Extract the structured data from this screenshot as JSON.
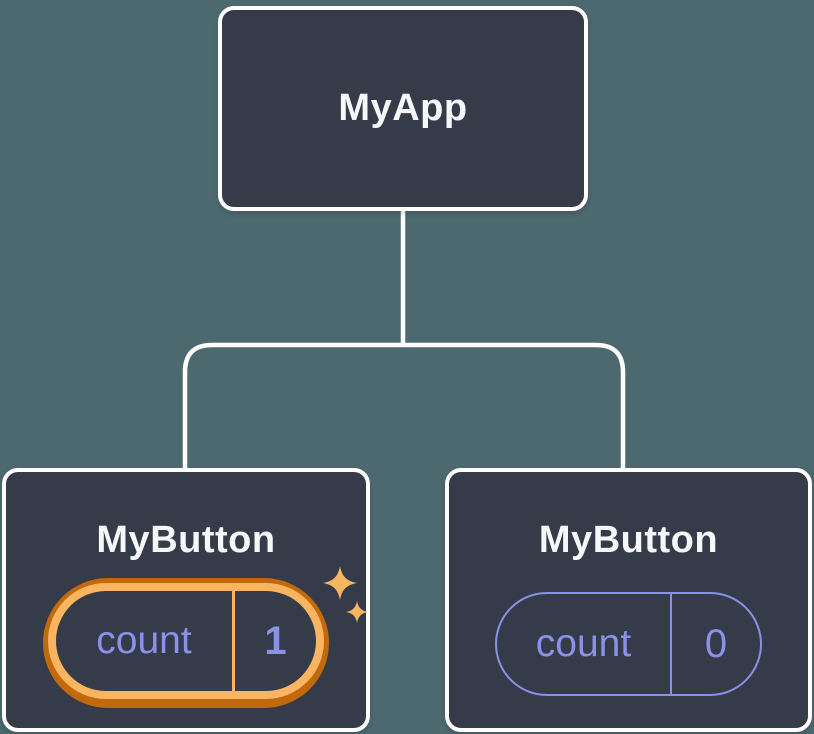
{
  "tree": {
    "root": {
      "label": "MyApp"
    },
    "children": [
      {
        "label": "MyButton",
        "state": {
          "name": "count",
          "value": "1"
        },
        "highlighted": true
      },
      {
        "label": "MyButton",
        "state": {
          "name": "count",
          "value": "0"
        },
        "highlighted": false
      }
    ]
  },
  "icons": {
    "sparkle": "four-point-star-sparkle"
  },
  "colors": {
    "background": "#4d6970",
    "node_fill": "#353b48",
    "node_border": "#ffffff",
    "connector": "#ffffff",
    "text_primary": "#f6f7f9",
    "state_text": "#8a91e8",
    "state_border": "#8a90e8",
    "highlight_outer": "#c2690e",
    "highlight_inner": "#fbb45f",
    "sparkle": "#f5b660"
  }
}
